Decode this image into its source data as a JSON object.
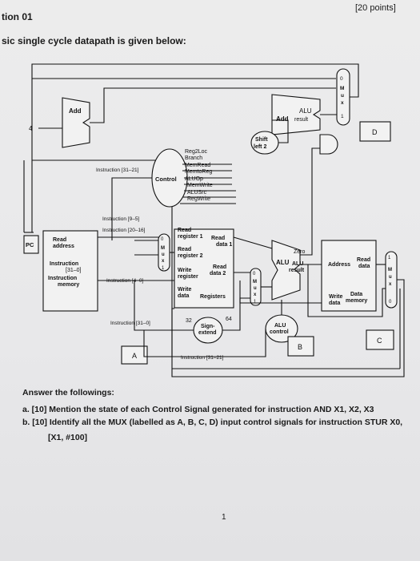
{
  "header": {
    "question": "tion 01",
    "points": "[20 points]",
    "intro": "sic single cycle datapath is given below:"
  },
  "diagram": {
    "add1": "Add",
    "add2": "Add",
    "alu_result_top": "ALU",
    "result_top": "result",
    "four": "4",
    "shift": "Shift",
    "left2": "left 2",
    "control": "Control",
    "signals": [
      "Reg2Loc",
      "Branch",
      "MemRead",
      "MemtoReg",
      "ALUOp",
      "MemWrite",
      "ALUSrc",
      "RegWrite"
    ],
    "instr_31_21": "Instruction [31–21]",
    "instr_9_5": "Instruction [9–5]",
    "instr_20_16": "Instruction [20–16]",
    "instr_4_0": "Instruction [4–0]",
    "instr_31_0": "Instruction [31–0]",
    "instr_31_21b": "Instruction [31–21]",
    "pc": "PC",
    "read_address": [
      "Read",
      "address"
    ],
    "instruction": [
      "Instruction",
      "[31–0]"
    ],
    "instr_memory": [
      "Instruction",
      "memory"
    ],
    "reg_read1": [
      "Read",
      "register 1"
    ],
    "reg_read2": [
      "Read",
      "register 2"
    ],
    "reg_write": [
      "Write",
      "register"
    ],
    "write_data": [
      "Write",
      "data"
    ],
    "read_data1": [
      "Read",
      "data 1"
    ],
    "read_data2": [
      "Read",
      "data 2"
    ],
    "registers": "Registers",
    "zero": "Zero",
    "alu": "ALU",
    "alu_result": [
      "ALU",
      "result"
    ],
    "address": "Address",
    "read_data": [
      "Read",
      "data"
    ],
    "write_data_mem": [
      "Write",
      "data"
    ],
    "data_memory": [
      "Data",
      "memory"
    ],
    "sign_extend": [
      "Sign-",
      "extend"
    ],
    "n32": "32",
    "n64": "64",
    "alu_control": [
      "ALU",
      "control"
    ],
    "mux_letters": [
      "M",
      "u",
      "x"
    ],
    "mux0": "0",
    "mux1": "1",
    "label_a": "A",
    "label_b": "B",
    "label_c": "C",
    "label_d": "D"
  },
  "questions": {
    "answer": "Answer the followings:",
    "a": "a.   [10] Mention the state of each Control Signal generated for instruction AND X1, X2, X3",
    "b": "b.   [10] Identify all the MUX (labelled as A, B, C, D) input control signals for instruction STUR X0,",
    "b2": "[X1, #100]"
  },
  "page_number": "1"
}
